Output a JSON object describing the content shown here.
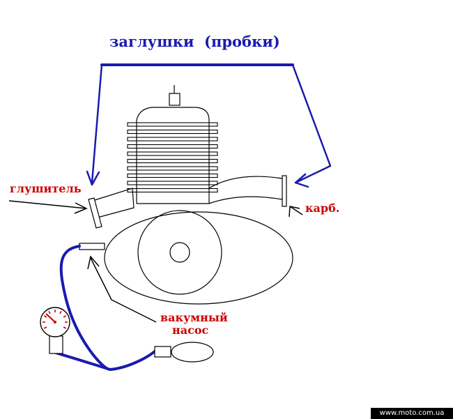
{
  "labels": {
    "plugs": "заглушки  (пробки)",
    "muffler": "глушитель",
    "carb": "карб.",
    "vacuum_line1": "вакумный",
    "vacuum_line2": "насос"
  },
  "watermark": "www.moto.com.ua",
  "colors": {
    "blue": "#1a1ab0",
    "red": "#cc0000",
    "line": "#000000",
    "background": "#ffffff"
  },
  "icons": {
    "gauge": "pressure-gauge-icon",
    "bulb": "hand-pump-bulb-icon"
  }
}
